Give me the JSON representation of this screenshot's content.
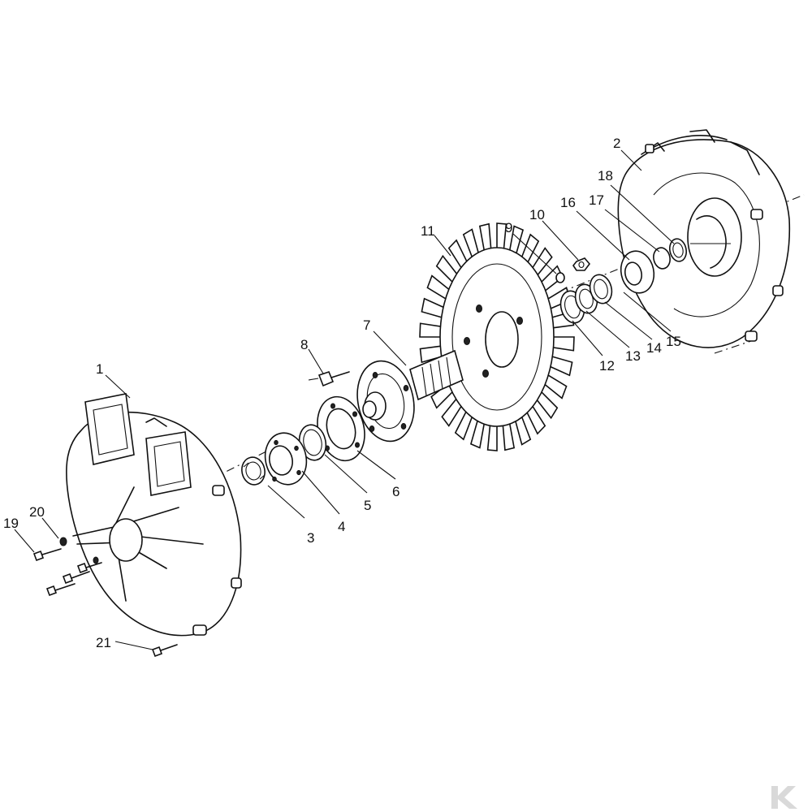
{
  "labels": {
    "p1": "1",
    "p2": "2",
    "p3": "3",
    "p4": "4",
    "p5": "5",
    "p6": "6",
    "p7": "7",
    "p8": "8",
    "p9": "9",
    "p10": "10",
    "p11": "11",
    "p12": "12",
    "p13": "13",
    "p14": "14",
    "p15": "15",
    "p16": "16",
    "p17": "17",
    "p18": "18",
    "p19": "19",
    "p20": "20",
    "p21": "21"
  },
  "logo": {
    "icon": "brand-k-logo-icon",
    "text": "K",
    "color": "#d9d9d9"
  }
}
